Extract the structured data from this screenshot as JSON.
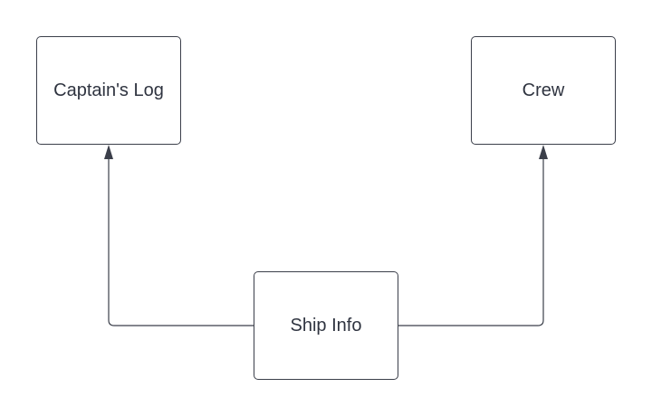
{
  "diagram": {
    "nodes": {
      "captains_log": "Captain's Log",
      "crew": "Crew",
      "ship_info": "Ship Info"
    },
    "edges": [
      {
        "from": "Ship Info",
        "to": "Captain's Log"
      },
      {
        "from": "Ship Info",
        "to": "Crew"
      }
    ],
    "colors": {
      "stroke": "#3b3f4a",
      "text": "#2f3440",
      "background": "#ffffff"
    }
  }
}
